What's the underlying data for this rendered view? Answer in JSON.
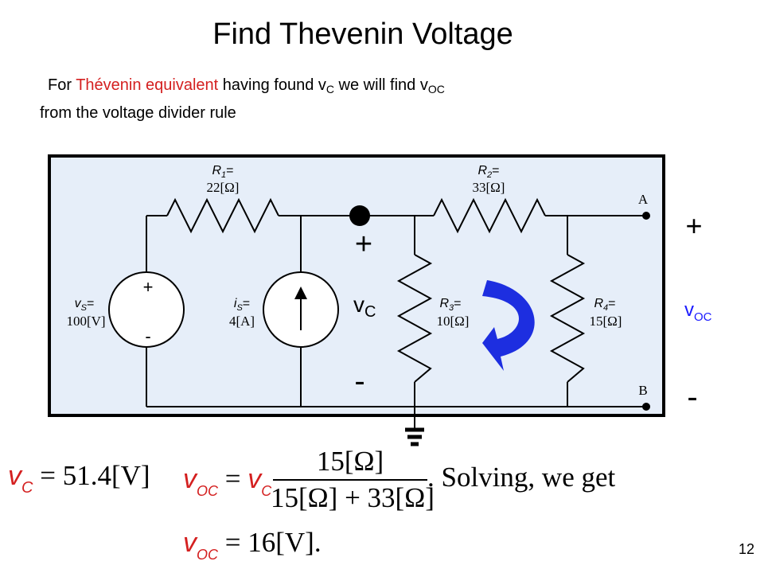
{
  "title": "Find Thevenin Voltage",
  "intro": {
    "part1": "For ",
    "highlight": "Thévenin equivalent",
    "part2": " having found v",
    "sub1": "C",
    "part3": " we will find v",
    "sub2": "OC",
    "line2": "from the voltage divider rule"
  },
  "circuit": {
    "r1": {
      "name": "R",
      "sub": "1",
      "eq": "=",
      "value": "22[Ω]"
    },
    "r2": {
      "name": "R",
      "sub": "2",
      "eq": "=",
      "value": "33[Ω]"
    },
    "r3": {
      "name": "R",
      "sub": "3",
      "eq": "=",
      "value": "10[Ω]"
    },
    "r4": {
      "name": "R",
      "sub": "4",
      "eq": "=",
      "value": "15[Ω]"
    },
    "vs": {
      "name": "v",
      "sub": "S",
      "eq": "=",
      "value": "100[V]",
      "plus": "+",
      "minus": "-"
    },
    "is": {
      "name": "i",
      "sub": "S",
      "eq": "=",
      "value": "4[A]"
    },
    "vc": {
      "name": "v",
      "sub": "C",
      "plus": "+",
      "minus": "-"
    },
    "node_a": "A",
    "node_b": "B",
    "voc": {
      "name": "v",
      "sub": "OC",
      "plus": "+",
      "minus": "-"
    },
    "colors": {
      "panel": "#e6eef9",
      "arrow": "#1d2ee0",
      "label_blue": "#1a1aff"
    }
  },
  "equations": {
    "vc_eq": {
      "var": "v",
      "sub": "C",
      "rest": " = 51.4[V]"
    },
    "voc_eq": {
      "var": "v",
      "sub": "OC",
      "eq": " = ",
      "var2": "v",
      "sub2": "C",
      "numerator": "15[Ω]",
      "denominator": "15[Ω] + 33[Ω]",
      "tail": ".  Solving, we get"
    },
    "voc_result": {
      "var": "v",
      "sub": "OC",
      "rest": " = 16[V]."
    }
  },
  "page_number": "12"
}
